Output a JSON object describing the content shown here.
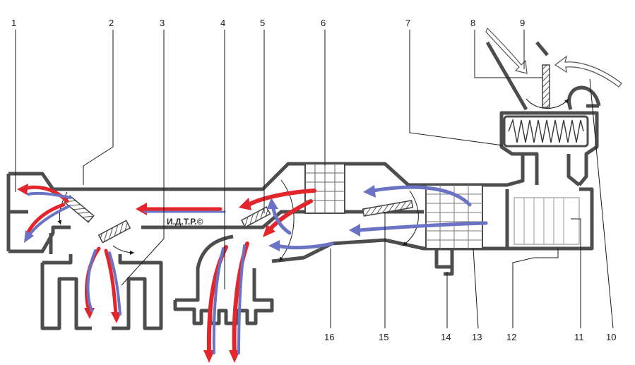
{
  "callouts": [
    "1",
    "2",
    "3",
    "4",
    "5",
    "6",
    "7",
    "8",
    "9",
    "10",
    "11",
    "12",
    "13",
    "14",
    "15",
    "16"
  ],
  "watermark": "И.Д.Т.Р.©",
  "colors": {
    "wall": "#4d4d4d",
    "hot_air": "#e3262b",
    "cold_air": "#6b73c4",
    "outside_air": "#ffffff",
    "damper": "#7a7a7a",
    "leader": "#1a1a1a"
  },
  "icons": {
    "damper": "hatched-flap",
    "heater_core": "finned-grid",
    "evaporator": "finned-block",
    "blower": "coil-spiral"
  }
}
